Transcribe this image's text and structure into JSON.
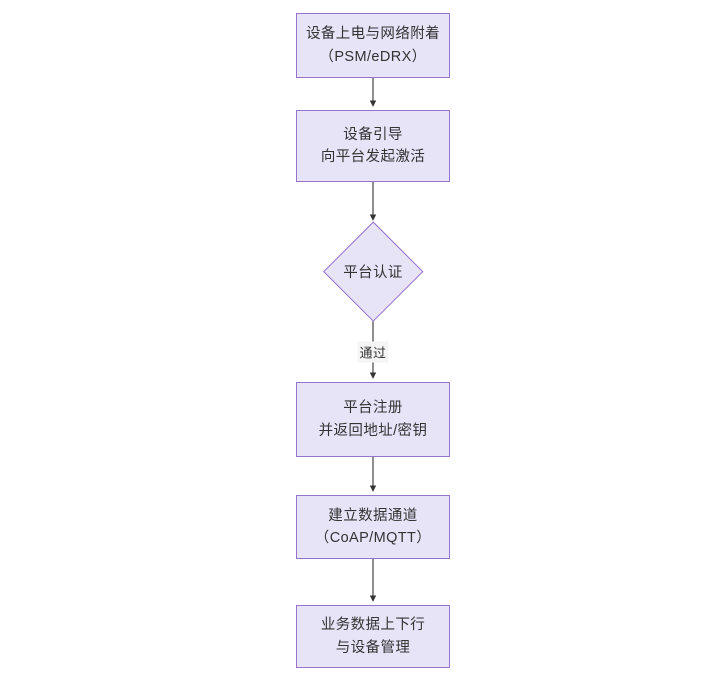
{
  "diagram": {
    "type": "flowchart",
    "orientation": "top-to-bottom",
    "background_color": "#ffffff",
    "node_fill_color": "#e8e4f8",
    "node_border_color": "#9673cd",
    "text_color": "#333333",
    "connector_color": "#333333",
    "nodes": [
      {
        "id": "power-on",
        "shape": "rectangle",
        "lines": [
          "设备上电与网络附着",
          "（PSM/eDRX）"
        ]
      },
      {
        "id": "bootstrap",
        "shape": "rectangle",
        "lines": [
          "设备引导",
          "向平台发起激活"
        ]
      },
      {
        "id": "auth",
        "shape": "diamond",
        "lines": [
          "平台认证"
        ]
      },
      {
        "id": "register",
        "shape": "rectangle",
        "lines": [
          "平台注册",
          "并返回地址/密钥"
        ]
      },
      {
        "id": "channel",
        "shape": "rectangle",
        "lines": [
          "建立数据通道",
          "（CoAP/MQTT）"
        ]
      },
      {
        "id": "service",
        "shape": "rectangle",
        "lines": [
          "业务数据上下行",
          "与设备管理"
        ]
      }
    ],
    "edges": [
      {
        "from": "power-on",
        "to": "bootstrap",
        "label": ""
      },
      {
        "from": "bootstrap",
        "to": "auth",
        "label": ""
      },
      {
        "from": "auth",
        "to": "register",
        "label": "通过"
      },
      {
        "from": "register",
        "to": "channel",
        "label": ""
      },
      {
        "from": "channel",
        "to": "service",
        "label": ""
      }
    ]
  }
}
